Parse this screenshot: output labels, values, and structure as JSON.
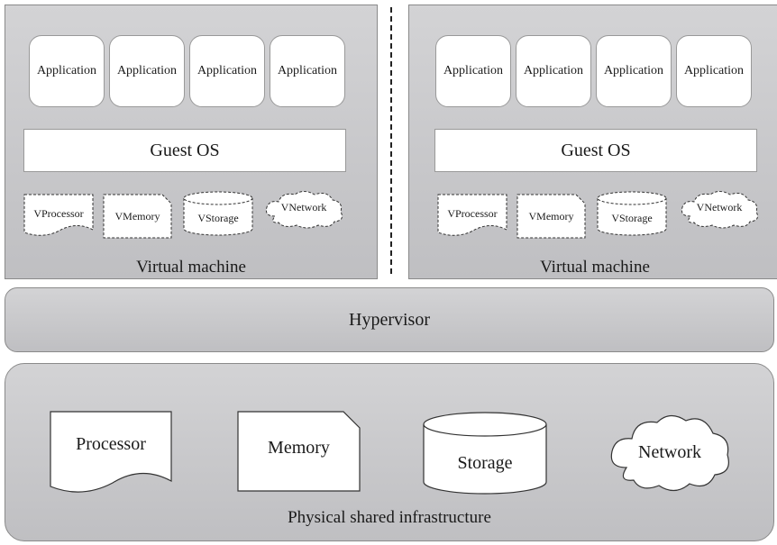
{
  "virtual_machines": [
    {
      "applications": [
        "Application",
        "Application",
        "Application",
        "Application"
      ],
      "guest_os": "Guest OS",
      "virtual_resources": {
        "processor": "VProcessor",
        "memory": "VMemory",
        "storage": "VStorage",
        "network": "VNetwork"
      },
      "label": "Virtual machine"
    },
    {
      "applications": [
        "Application",
        "Application",
        "Application",
        "Application"
      ],
      "guest_os": "Guest OS",
      "virtual_resources": {
        "processor": "VProcessor",
        "memory": "VMemory",
        "storage": "VStorage",
        "network": "VNetwork"
      },
      "label": "Virtual machine"
    }
  ],
  "hypervisor": "Hypervisor",
  "physical": {
    "processor": "Processor",
    "memory": "Memory",
    "storage": "Storage",
    "network": "Network",
    "label": "Physical shared infrastructure"
  }
}
